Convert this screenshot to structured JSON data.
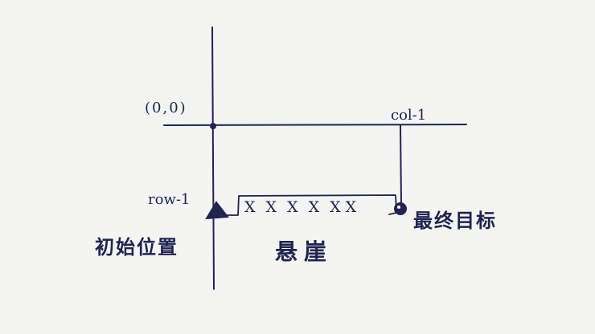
{
  "labels": {
    "origin": "(0,0)",
    "col": "col-1",
    "row": "row-1",
    "start": "初始位置",
    "cliff": "悬崖",
    "goal": "最终目标"
  },
  "cliff_marks": [
    "X",
    "X",
    "X",
    "X",
    "X",
    "X"
  ],
  "colors": {
    "ink": "#1f2450",
    "paper": "#f4f4f2"
  }
}
